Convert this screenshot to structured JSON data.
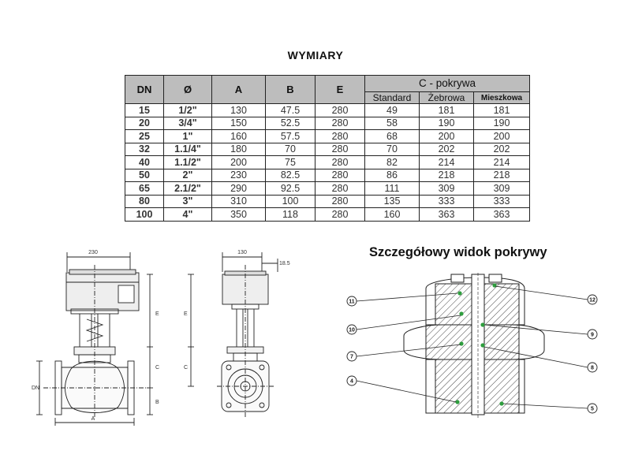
{
  "title": "WYMIARY",
  "table": {
    "headers": [
      "DN",
      "Ø",
      "A",
      "B",
      "E"
    ],
    "group_header": "C - pokrywa",
    "sub_headers": [
      "Standard",
      "Żebrowa",
      "Mieszkowa"
    ],
    "rows": [
      [
        "15",
        "1/2\"",
        "130",
        "47.5",
        "280",
        "49",
        "181",
        "181"
      ],
      [
        "20",
        "3/4\"",
        "150",
        "52.5",
        "280",
        "58",
        "190",
        "190"
      ],
      [
        "25",
        "1\"",
        "160",
        "57.5",
        "280",
        "68",
        "200",
        "200"
      ],
      [
        "32",
        "1.1/4\"",
        "180",
        "70",
        "280",
        "70",
        "202",
        "202"
      ],
      [
        "40",
        "1.1/2\"",
        "200",
        "75",
        "280",
        "82",
        "214",
        "214"
      ],
      [
        "50",
        "2\"",
        "230",
        "82.5",
        "280",
        "86",
        "218",
        "218"
      ],
      [
        "65",
        "2.1/2\"",
        "290",
        "92.5",
        "280",
        "111",
        "309",
        "309"
      ],
      [
        "80",
        "3\"",
        "310",
        "100",
        "280",
        "135",
        "333",
        "333"
      ],
      [
        "100",
        "4\"",
        "350",
        "118",
        "280",
        "160",
        "363",
        "363"
      ]
    ]
  },
  "drawing": {
    "front_width": "230",
    "side_width": "130",
    "side_offset": "18.5",
    "label_a": "A",
    "label_b": "B",
    "label_c": "C",
    "label_e": "E",
    "label_dn": "DN"
  },
  "detail": {
    "title": "Szczegółowy widok pokrywy",
    "callouts_left": [
      "11",
      "10",
      "7",
      "4"
    ],
    "callouts_right": [
      "12",
      "9",
      "8",
      "5"
    ]
  }
}
